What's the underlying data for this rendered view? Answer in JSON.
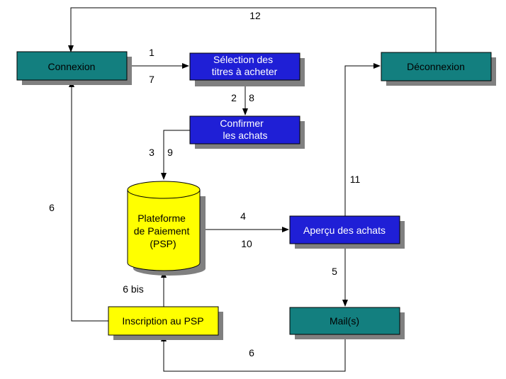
{
  "nodes": {
    "connexion": {
      "lines": [
        "Connexion"
      ],
      "fill": "#137F7F",
      "text_color": "#000000"
    },
    "selection": {
      "lines": [
        "Sélection des",
        "titres à acheter"
      ],
      "fill": "#1F1FD6",
      "text_color": "#ffffff"
    },
    "deconnexion": {
      "lines": [
        "Déconnexion"
      ],
      "fill": "#137F7F",
      "text_color": "#000000"
    },
    "confirmer": {
      "lines": [
        "Confirmer",
        "les achats"
      ],
      "fill": "#1F1FD6",
      "text_color": "#ffffff"
    },
    "plateforme": {
      "lines": [
        "Plateforme",
        "de Paiement",
        "(PSP)"
      ],
      "fill": "#FFFF00",
      "text_color": "#000000"
    },
    "apercu": {
      "lines": [
        "Aperçu des achats"
      ],
      "fill": "#1F1FD6",
      "text_color": "#ffffff"
    },
    "inscription": {
      "lines": [
        "Inscription au PSP"
      ],
      "fill": "#FFFF00",
      "text_color": "#000000"
    },
    "mails": {
      "lines": [
        "Mail(s)"
      ],
      "fill": "#137F7F",
      "text_color": "#000000"
    }
  },
  "edge_labels": {
    "l12": "12",
    "l1": "1",
    "l7": "7",
    "l2": "2",
    "l8": "8",
    "l3": "3",
    "l9": "9",
    "l11": "11",
    "l6_left": "6",
    "l4": "4",
    "l10": "10",
    "l5": "5",
    "l6bis": "6 bis",
    "l6_bottom": "6"
  },
  "colors": {
    "shadow": "#808080",
    "line": "#000000"
  }
}
